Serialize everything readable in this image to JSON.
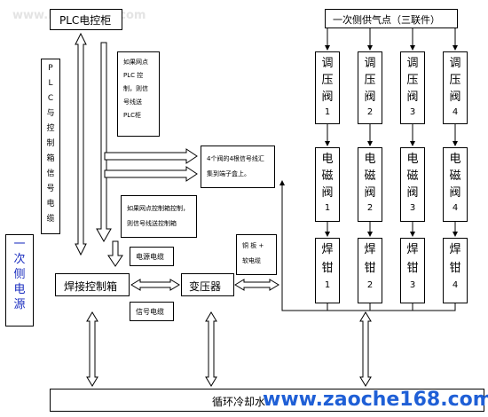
{
  "watermark_top": "www.HowMaker.com",
  "watermark_bottom": "www.zaoche168.com",
  "plc_cabinet": "PLC电控柜",
  "plc_signal_cable": [
    "P",
    "L",
    "C",
    "与",
    "控",
    "制",
    "箱",
    "信",
    "号",
    "电",
    "缆"
  ],
  "note_plc": [
    "如果网点",
    "PLC 控",
    "制，则信",
    "号线送",
    "PLC柜"
  ],
  "air_supply": "一次侧供气点（三联件）",
  "regulator_valves": [
    {
      "chars": [
        "调",
        "压",
        "阀"
      ],
      "num": "1"
    },
    {
      "chars": [
        "调",
        "压",
        "阀"
      ],
      "num": "2"
    },
    {
      "chars": [
        "调",
        "压",
        "阀"
      ],
      "num": "3"
    },
    {
      "chars": [
        "调",
        "压",
        "阀"
      ],
      "num": "4"
    }
  ],
  "solenoid_valves": [
    {
      "chars": [
        "电",
        "磁",
        "阀"
      ],
      "num": "1"
    },
    {
      "chars": [
        "电",
        "磁",
        "阀"
      ],
      "num": "2"
    },
    {
      "chars": [
        "电",
        "磁",
        "阀"
      ],
      "num": "3"
    },
    {
      "chars": [
        "电",
        "磁",
        "阀"
      ],
      "num": "4"
    }
  ],
  "welding_guns": [
    {
      "chars": [
        "焊",
        "钳"
      ],
      "num": "1"
    },
    {
      "chars": [
        "焊",
        "钳"
      ],
      "num": "2"
    },
    {
      "chars": [
        "焊",
        "钳"
      ],
      "num": "3"
    },
    {
      "chars": [
        "焊",
        "钳"
      ],
      "num": "4"
    }
  ],
  "signal_note": [
    "4个阀的4根信号线汇",
    "集到端子盒上。"
  ],
  "note_controlbox": [
    "如果网点控制箱控制，",
    "则信号线送控制箱"
  ],
  "primary_power": [
    "一",
    "次",
    "侧",
    "电",
    "源"
  ],
  "welding_control_box": "焊接控制箱",
  "power_cable": "电源电缆",
  "signal_cable": "信号电缆",
  "transformer": "变压器",
  "copper_cable": [
    "铜 板 +",
    "软电缆"
  ],
  "cooling_water": "循环冷却水"
}
